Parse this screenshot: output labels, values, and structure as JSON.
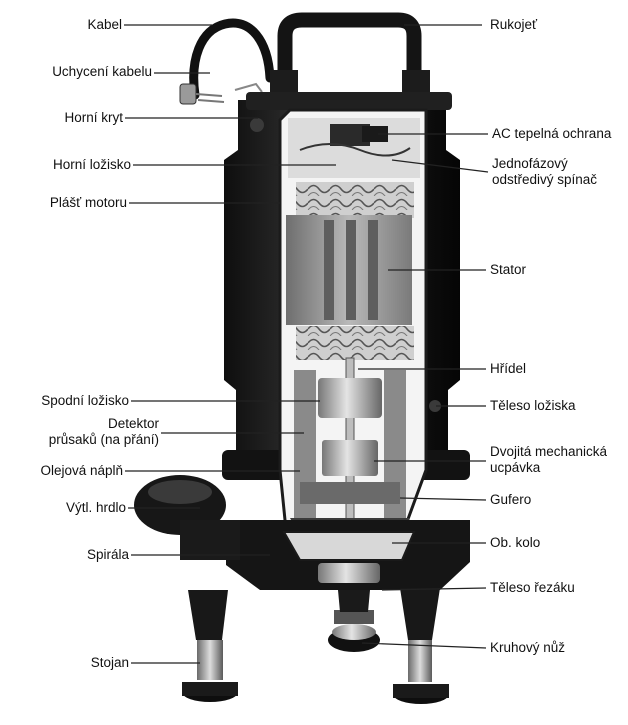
{
  "labels_left": [
    {
      "id": "kabel",
      "text": "Kabel"
    },
    {
      "id": "uchyceni-kabelu",
      "text": "Uchycení kabelu"
    },
    {
      "id": "horni-kryt",
      "text": "Horní kryt"
    },
    {
      "id": "horni-lozisko",
      "text": "Horní ložisko"
    },
    {
      "id": "plast-motoru",
      "text": "Plášť motoru"
    },
    {
      "id": "spodni-lozisko",
      "text": "Spodní ložisko"
    },
    {
      "id": "detektor-prusaku",
      "text": "Detektor\nprůsaků (na přání)"
    },
    {
      "id": "olejova-napln",
      "text": "Olejová náplň"
    },
    {
      "id": "vytl-hrdlo",
      "text": "Výtl. hrdlo"
    },
    {
      "id": "spirala",
      "text": "Spirála"
    },
    {
      "id": "stojan",
      "text": "Stojan"
    }
  ],
  "labels_right": [
    {
      "id": "rukojet",
      "text": "Rukojeť"
    },
    {
      "id": "ac-tepelna-ochrana",
      "text": "AC tepelná ochrana"
    },
    {
      "id": "jednofazovy-spinac",
      "text": "Jednofázový\nodstředivý spínač"
    },
    {
      "id": "stator",
      "text": "Stator"
    },
    {
      "id": "hridel",
      "text": "Hřídel"
    },
    {
      "id": "teleso-loziska",
      "text": "Těleso ložiska"
    },
    {
      "id": "dvojita-ucpavka",
      "text": "Dvojitá mechanická\nucpávka"
    },
    {
      "id": "gufero",
      "text": "Gufero"
    },
    {
      "id": "ob-kolo",
      "text": "Ob. kolo"
    },
    {
      "id": "teleso-rezaku",
      "text": "Těleso řezáku"
    },
    {
      "id": "kruhovy-nuz",
      "text": "Kruhový nůž"
    }
  ]
}
